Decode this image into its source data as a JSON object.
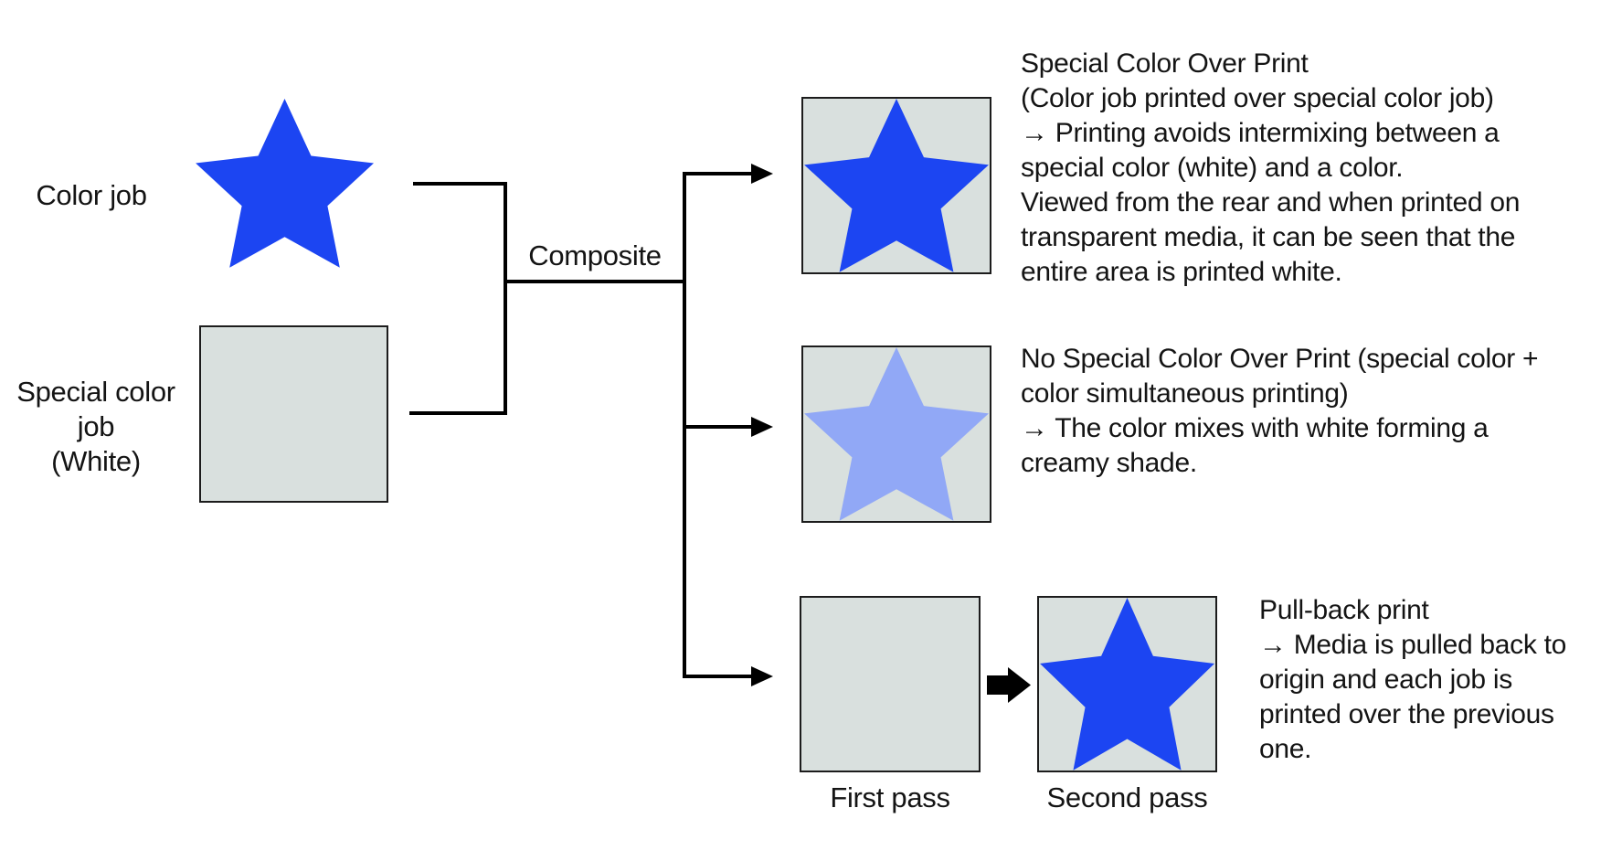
{
  "colors": {
    "star_blue": "#1c45f2",
    "star_light_blue": "#91a8f6",
    "box_fill": "#d9e0de",
    "box_border": "#1c1c1c",
    "line_color": "#000000",
    "text_color": "#141414",
    "background": "#ffffff"
  },
  "left": {
    "color_job_label": "Color job",
    "special_color_job_lines": [
      "Special color",
      "job",
      "(White)"
    ]
  },
  "composite_label": "Composite",
  "branches": [
    {
      "name": "special-color-over-print",
      "lines": [
        "Special Color Over Print",
        "(Color job printed over special color job)",
        "→ Printing avoids intermixing between a",
        "special color (white) and a color.",
        "Viewed from the rear and when printed on",
        "transparent media, it can be seen that the",
        "entire area is printed white."
      ]
    },
    {
      "name": "no-special-color-over-print",
      "lines": [
        "No Special Color Over Print (special color +",
        "color simultaneous printing)",
        "→ The color mixes with white forming a",
        "creamy shade."
      ]
    },
    {
      "name": "pull-back-print",
      "first_pass_label": "First pass",
      "second_pass_label": "Second pass",
      "lines": [
        "Pull-back print",
        "→ Media is pulled back to",
        "origin and each job is",
        "printed over the previous",
        "one."
      ]
    }
  ]
}
